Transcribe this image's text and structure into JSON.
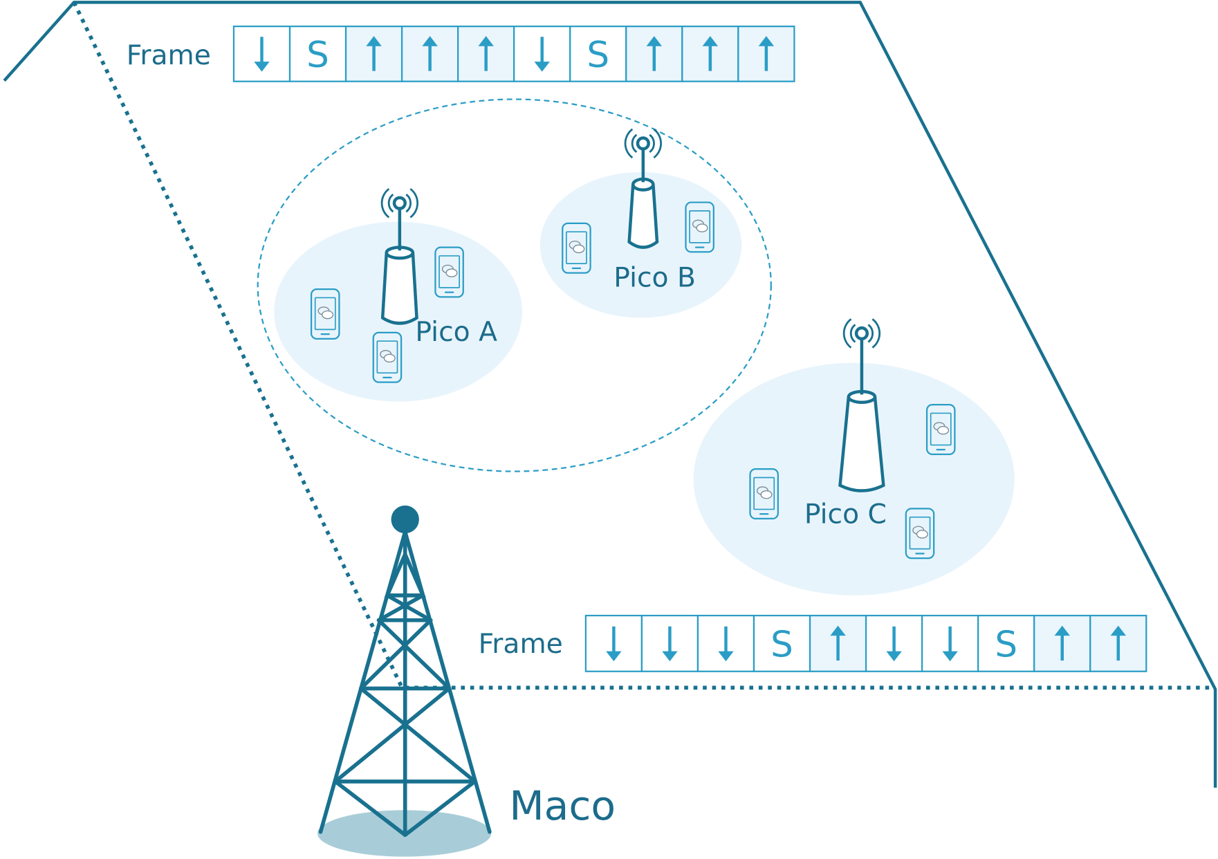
{
  "colors": {
    "outline": "#19718f",
    "accent": "#2a9dc6",
    "cell_fill": "#e8f4fc",
    "uplink_fill": "#eaf5fc",
    "tower_shadow": "#a9cdd8"
  },
  "frames": [
    {
      "label": "Frame",
      "slots": [
        "down",
        "S",
        "up",
        "up",
        "up",
        "down",
        "S",
        "up",
        "up",
        "up"
      ]
    },
    {
      "label": "Frame",
      "slots": [
        "down",
        "down",
        "down",
        "S",
        "up",
        "down",
        "down",
        "S",
        "up",
        "up"
      ]
    }
  ],
  "picos": [
    {
      "name": "Pico A",
      "phones": 3
    },
    {
      "name": "Pico B",
      "phones": 2
    },
    {
      "name": "Pico C",
      "phones": 3
    }
  ],
  "macro": {
    "name": "Maco"
  },
  "icons": {
    "phone": "smartphone-icon",
    "pico": "pico-antenna-icon",
    "macro": "lattice-tower-icon",
    "down": "arrow-down-icon",
    "up": "arrow-up-icon"
  }
}
